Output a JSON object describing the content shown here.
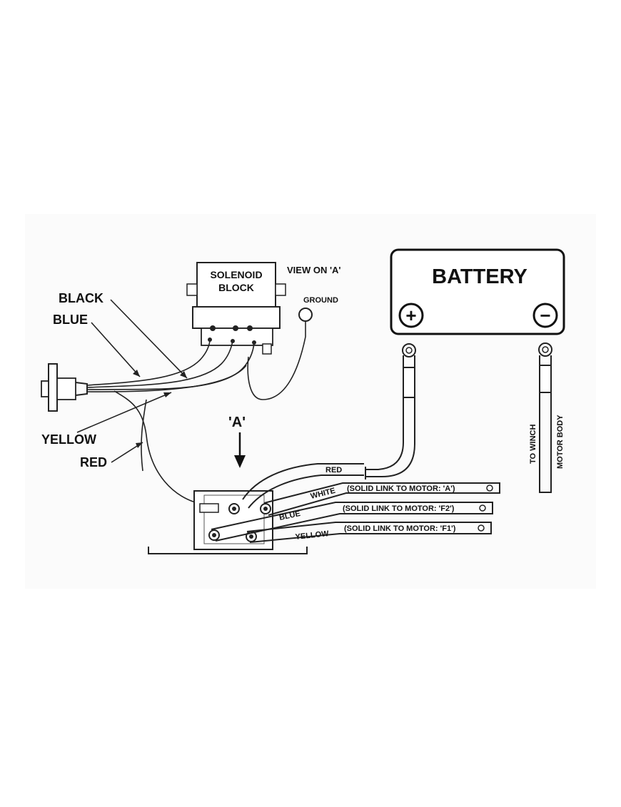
{
  "labels": {
    "solenoid_line1": "SOLENOID",
    "solenoid_line2": "BLOCK",
    "view_on_a": "VIEW ON 'A'",
    "ground": "GROUND",
    "black": "BLACK",
    "blue": "BLUE",
    "yellow": "YELLOW",
    "red": "RED",
    "arrow_a": "'A'",
    "battery": "BATTERY",
    "to_winch": "TO WINCH",
    "motor_body": "MOTOR BODY",
    "cable_red": "RED",
    "cable_white": "WHITE",
    "cable_blue": "BLUE",
    "cable_yellow": "YELLOW",
    "link_a": "(SOLID LINK TO MOTOR: 'A')",
    "link_f2": "(SOLID LINK TO MOTOR: 'F2')",
    "link_f1": "(SOLID LINK TO MOTOR: 'F1')"
  },
  "symbols": {
    "positive": "+",
    "negative": "−"
  }
}
